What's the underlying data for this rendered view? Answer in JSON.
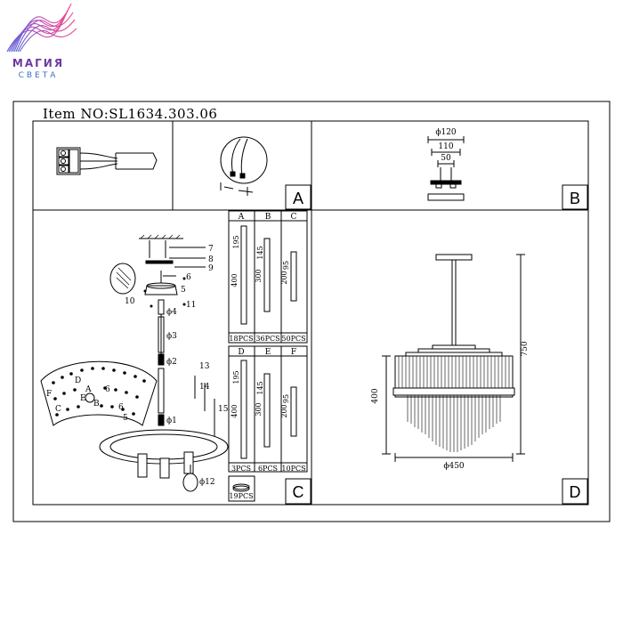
{
  "logo": {
    "title": "МАГИЯ",
    "subtitle": "СВЕТА"
  },
  "item_no": "Item NO:SL1634.303.06",
  "panels": {
    "a_label": "A",
    "b_label": "B",
    "c_label": "C",
    "d_label": "D"
  },
  "panel_b": {
    "d120": "ϕ120",
    "d110": "110",
    "d50": "50"
  },
  "panel_c": {
    "callouts": [
      "7",
      "8",
      "9",
      "6",
      "5",
      "10",
      "11",
      "4",
      "3",
      "2",
      "13",
      "14",
      "15",
      "1",
      "12"
    ],
    "phi_callouts": {
      "p4": "ϕ4",
      "p3": "ϕ3",
      "p2": "ϕ2",
      "p1": "ϕ1",
      "p12": "ϕ12",
      "p13": "13",
      "p14": "14",
      "p15": "15",
      "p5": "5",
      "p6": "6",
      "p7": "7",
      "p8": "8",
      "p9": "9",
      "p10": "10",
      "p11": "11"
    },
    "ring_letters": {
      "A": "A",
      "B": "B",
      "C": "C",
      "D": "D",
      "E": "E",
      "F": "F",
      "n6a": "6",
      "n6b": "6",
      "n5": "5"
    },
    "table": {
      "headers_top": [
        "A",
        "B",
        "C"
      ],
      "dims_top": [
        {
          "len": "400",
          "sub": "195"
        },
        {
          "len": "300",
          "sub": "145"
        },
        {
          "len": "200",
          "sub": "95"
        }
      ],
      "counts_top": [
        "18PCS",
        "36PCS",
        "50PCS"
      ],
      "headers_bottom": [
        "D",
        "E",
        "F"
      ],
      "dims_bottom": [
        {
          "len": "400",
          "sub": "195"
        },
        {
          "len": "300",
          "sub": "145"
        },
        {
          "len": "200",
          "sub": "95"
        }
      ],
      "counts_bottom": [
        "3PCS",
        "6PCS",
        "10PCS"
      ],
      "disc_count": "19PCS"
    }
  },
  "panel_d": {
    "height": "750",
    "shade_height": "400",
    "diameter": "ϕ450"
  }
}
